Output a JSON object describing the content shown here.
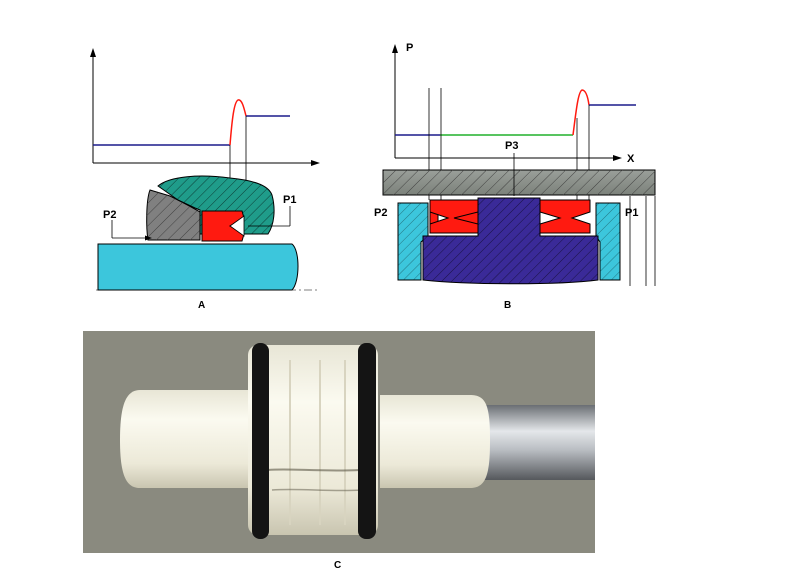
{
  "panels": {
    "A": {
      "caption": "A",
      "labels": {
        "p1": "P1",
        "p2": "P2"
      }
    },
    "B": {
      "caption": "B",
      "axis_y": "P",
      "axis_x": "X",
      "labels": {
        "p1": "P1",
        "p2": "P2",
        "p3": "P3"
      }
    },
    "C": {
      "caption": "C"
    }
  },
  "colors": {
    "housing": "#1f9c8a",
    "rod": "#3cc6dc",
    "seal": "#ff1a10",
    "gland": "#808080",
    "piston": "#3a2a98",
    "pressure_low": "#1b1b8c",
    "pressure_mid": "#21b02b",
    "pressure_spike": "#ff1a10"
  }
}
